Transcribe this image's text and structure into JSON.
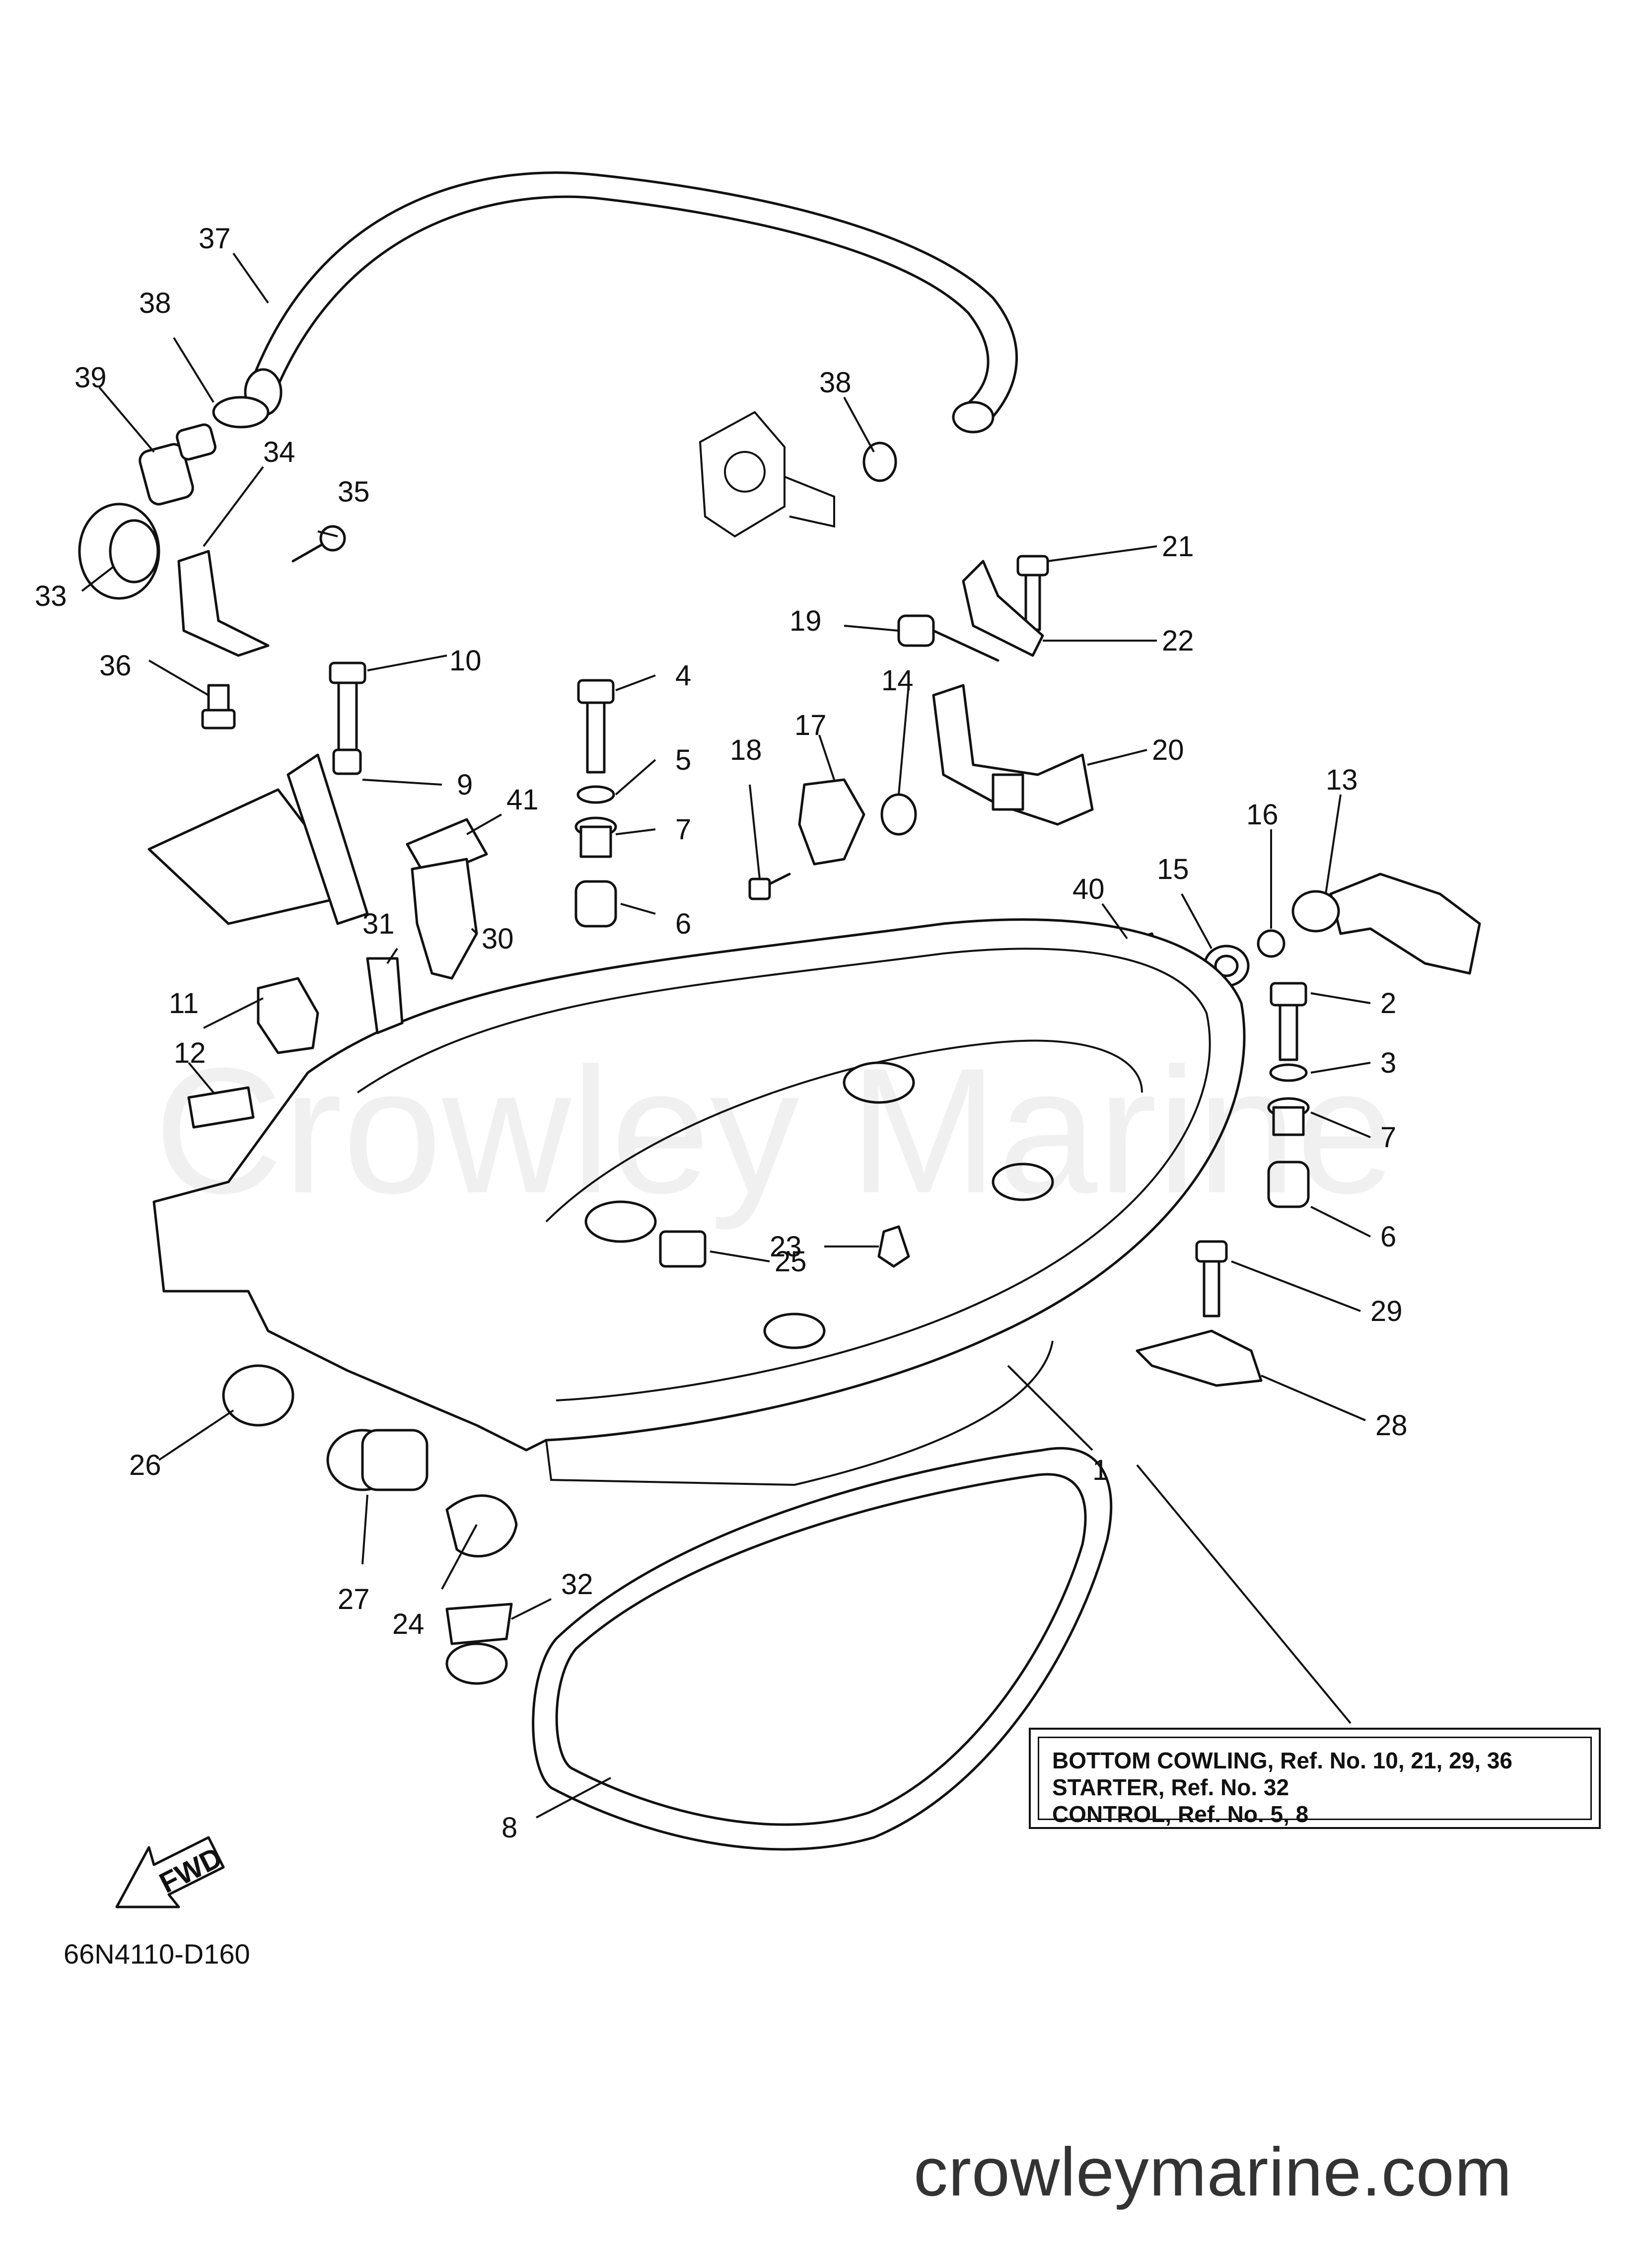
{
  "diagram": {
    "diagram_code": "66N4110-D160",
    "direction_badge": "FWD",
    "watermark": "Crowley Marine",
    "website": "crowleymarine.com",
    "reference_box": {
      "lines": [
        "BOTTOM COWLING, Ref. No. 10, 21, 29, 36",
        "STARTER,   Ref. No. 32",
        "CONTROL, Ref. No. 5, 8"
      ]
    },
    "callouts": [
      "37",
      "38",
      "39",
      "34",
      "35",
      "33",
      "36",
      "10",
      "9",
      "41",
      "4",
      "5",
      "7",
      "6",
      "18",
      "17",
      "14",
      "19",
      "21",
      "22",
      "20",
      "13",
      "16",
      "15",
      "40",
      "2",
      "3",
      "7",
      "6",
      "11",
      "12",
      "31",
      "30",
      "23",
      "25",
      "29",
      "28",
      "26",
      "27",
      "24",
      "32",
      "1",
      "8",
      "38"
    ]
  }
}
